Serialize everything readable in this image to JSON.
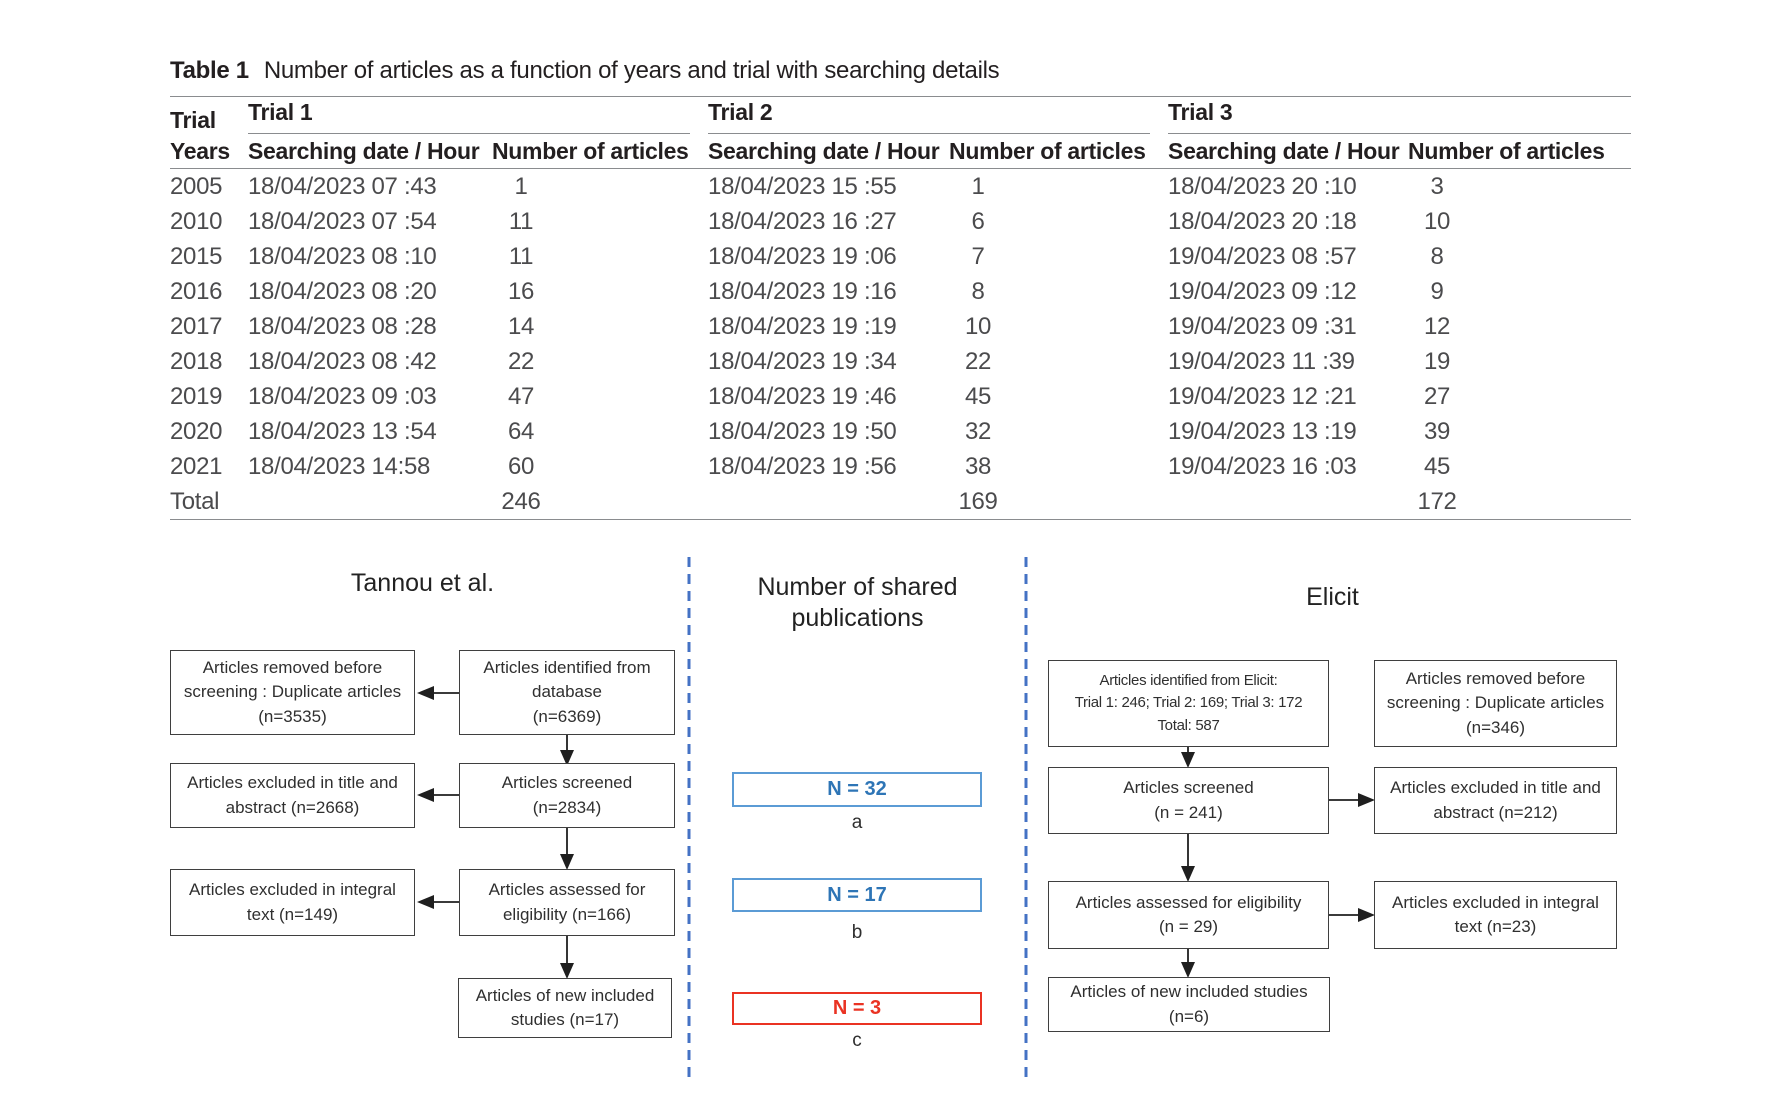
{
  "table": {
    "title_label": "Table 1",
    "title_text": "Number of articles as a function of years and trial with searching details",
    "col1_header_line1": "Trial",
    "col1_header_line2": "Years",
    "groups": [
      {
        "label": "Trial 1"
      },
      {
        "label": "Trial 2"
      },
      {
        "label": "Trial 3"
      }
    ],
    "subheader_date": "Searching date / Hour",
    "subheader_articles": "Number of articles",
    "rows": [
      [
        "2005",
        "18/04/2023 07 :43",
        "1",
        "18/04/2023 15 :55",
        "1",
        "18/04/2023 20 :10",
        "3"
      ],
      [
        "2010",
        "18/04/2023 07 :54",
        "11",
        "18/04/2023 16 :27",
        "6",
        "18/04/2023 20 :18",
        "10"
      ],
      [
        "2015",
        "18/04/2023 08 :10",
        "11",
        "18/04/2023 19 :06",
        "7",
        "19/04/2023 08 :57",
        "8"
      ],
      [
        "2016",
        "18/04/2023 08 :20",
        "16",
        "18/04/2023 19 :16",
        "8",
        "19/04/2023 09 :12",
        "9"
      ],
      [
        "2017",
        "18/04/2023 08 :28",
        "14",
        "18/04/2023 19 :19",
        "10",
        "19/04/2023 09 :31",
        "12"
      ],
      [
        "2018",
        "18/04/2023 08 :42",
        "22",
        "18/04/2023 19 :34",
        "22",
        "19/04/2023 11 :39",
        "19"
      ],
      [
        "2019",
        "18/04/2023 09 :03",
        "47",
        "18/04/2023 19 :46",
        "45",
        "19/04/2023 12 :21",
        "27"
      ],
      [
        "2020",
        "18/04/2023 13 :54",
        "64",
        "18/04/2023 19 :50",
        "32",
        "19/04/2023 13 :19",
        "39"
      ],
      [
        "2021",
        "18/04/2023 14:58",
        "60",
        "18/04/2023 19 :56",
        "38",
        "19/04/2023 16 :03",
        "45"
      ]
    ],
    "total_label": "Total",
    "totals": [
      "246",
      "169",
      "172"
    ]
  },
  "diagram": {
    "left": {
      "title": "Tannou et al.",
      "removed": "Articles removed before\nscreening : Duplicate articles\n(n=3535)",
      "identified": "Articles identified from\ndatabase\n(n=6369)",
      "excluded_title": "Articles excluded in title and\nabstract (n=2668)",
      "screened": "Articles screened\n(n=2834)",
      "excluded_integral": "Articles excluded in integral\ntext (n=149)",
      "assessed": "Articles assessed for\neligibility (n=166)",
      "included": "Articles of new included\nstudies (n=17)"
    },
    "middle": {
      "title": "Number of shared\npublications",
      "boxes": [
        {
          "value": "N = 32",
          "note": "a",
          "color": "blue"
        },
        {
          "value": "N = 17",
          "note": "b",
          "color": "blue"
        },
        {
          "value": "N = 3",
          "note": "c",
          "color": "red"
        }
      ]
    },
    "right": {
      "title": "Elicit",
      "identified": "Articles identified from Elicit:\nTrial 1: 246; Trial 2: 169; Trial 3: 172\nTotal: 587",
      "removed": "Articles removed before\nscreening : Duplicate articles\n(n=346)",
      "screened": "Articles screened\n(n = 241)",
      "excluded_title": "Articles excluded in title and\nabstract (n=212)",
      "assessed": "Articles assessed for eligibility\n(n = 29)",
      "excluded_integral": "Articles excluded in integral\ntext (n=23)",
      "included": "Articles of new included studies\n(n=6)"
    },
    "colors": {
      "divider_dashed_blue": "#4472c4",
      "shared_blue_border": "#5b9bd5",
      "shared_blue_text": "#2e75b6",
      "shared_red": "#ea3323",
      "flow_box_border": "#3f3f3f"
    }
  }
}
